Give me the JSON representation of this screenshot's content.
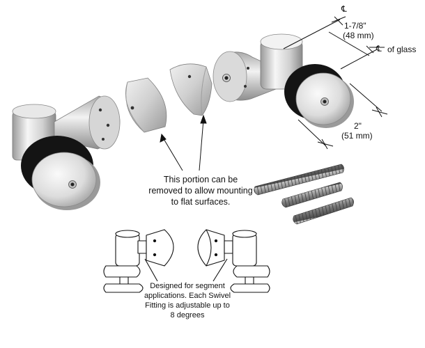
{
  "dimensions": {
    "centerline_symbol": "℄",
    "offset_imperial": "1-7/8\"",
    "offset_metric": "(48 mm)",
    "glass_label": "of glass",
    "diameter_imperial": "2\"",
    "diameter_metric": "(51 mm)"
  },
  "callouts": {
    "removable_portion_line1": "This portion can be",
    "removable_portion_line2": "removed to allow mounting",
    "removable_portion_line3": "to flat surfaces.",
    "segment_line1": "Designed for segment",
    "segment_line2": "applications. Each Swivel",
    "segment_line3": "Fitting is adjustable up to",
    "segment_line4": "8 degrees"
  },
  "colors": {
    "metal_light": "#f4f4f4",
    "metal_mid": "#c9c9c9",
    "metal_dark": "#8d8d8d",
    "gasket": "#141414",
    "line": "#111111"
  }
}
